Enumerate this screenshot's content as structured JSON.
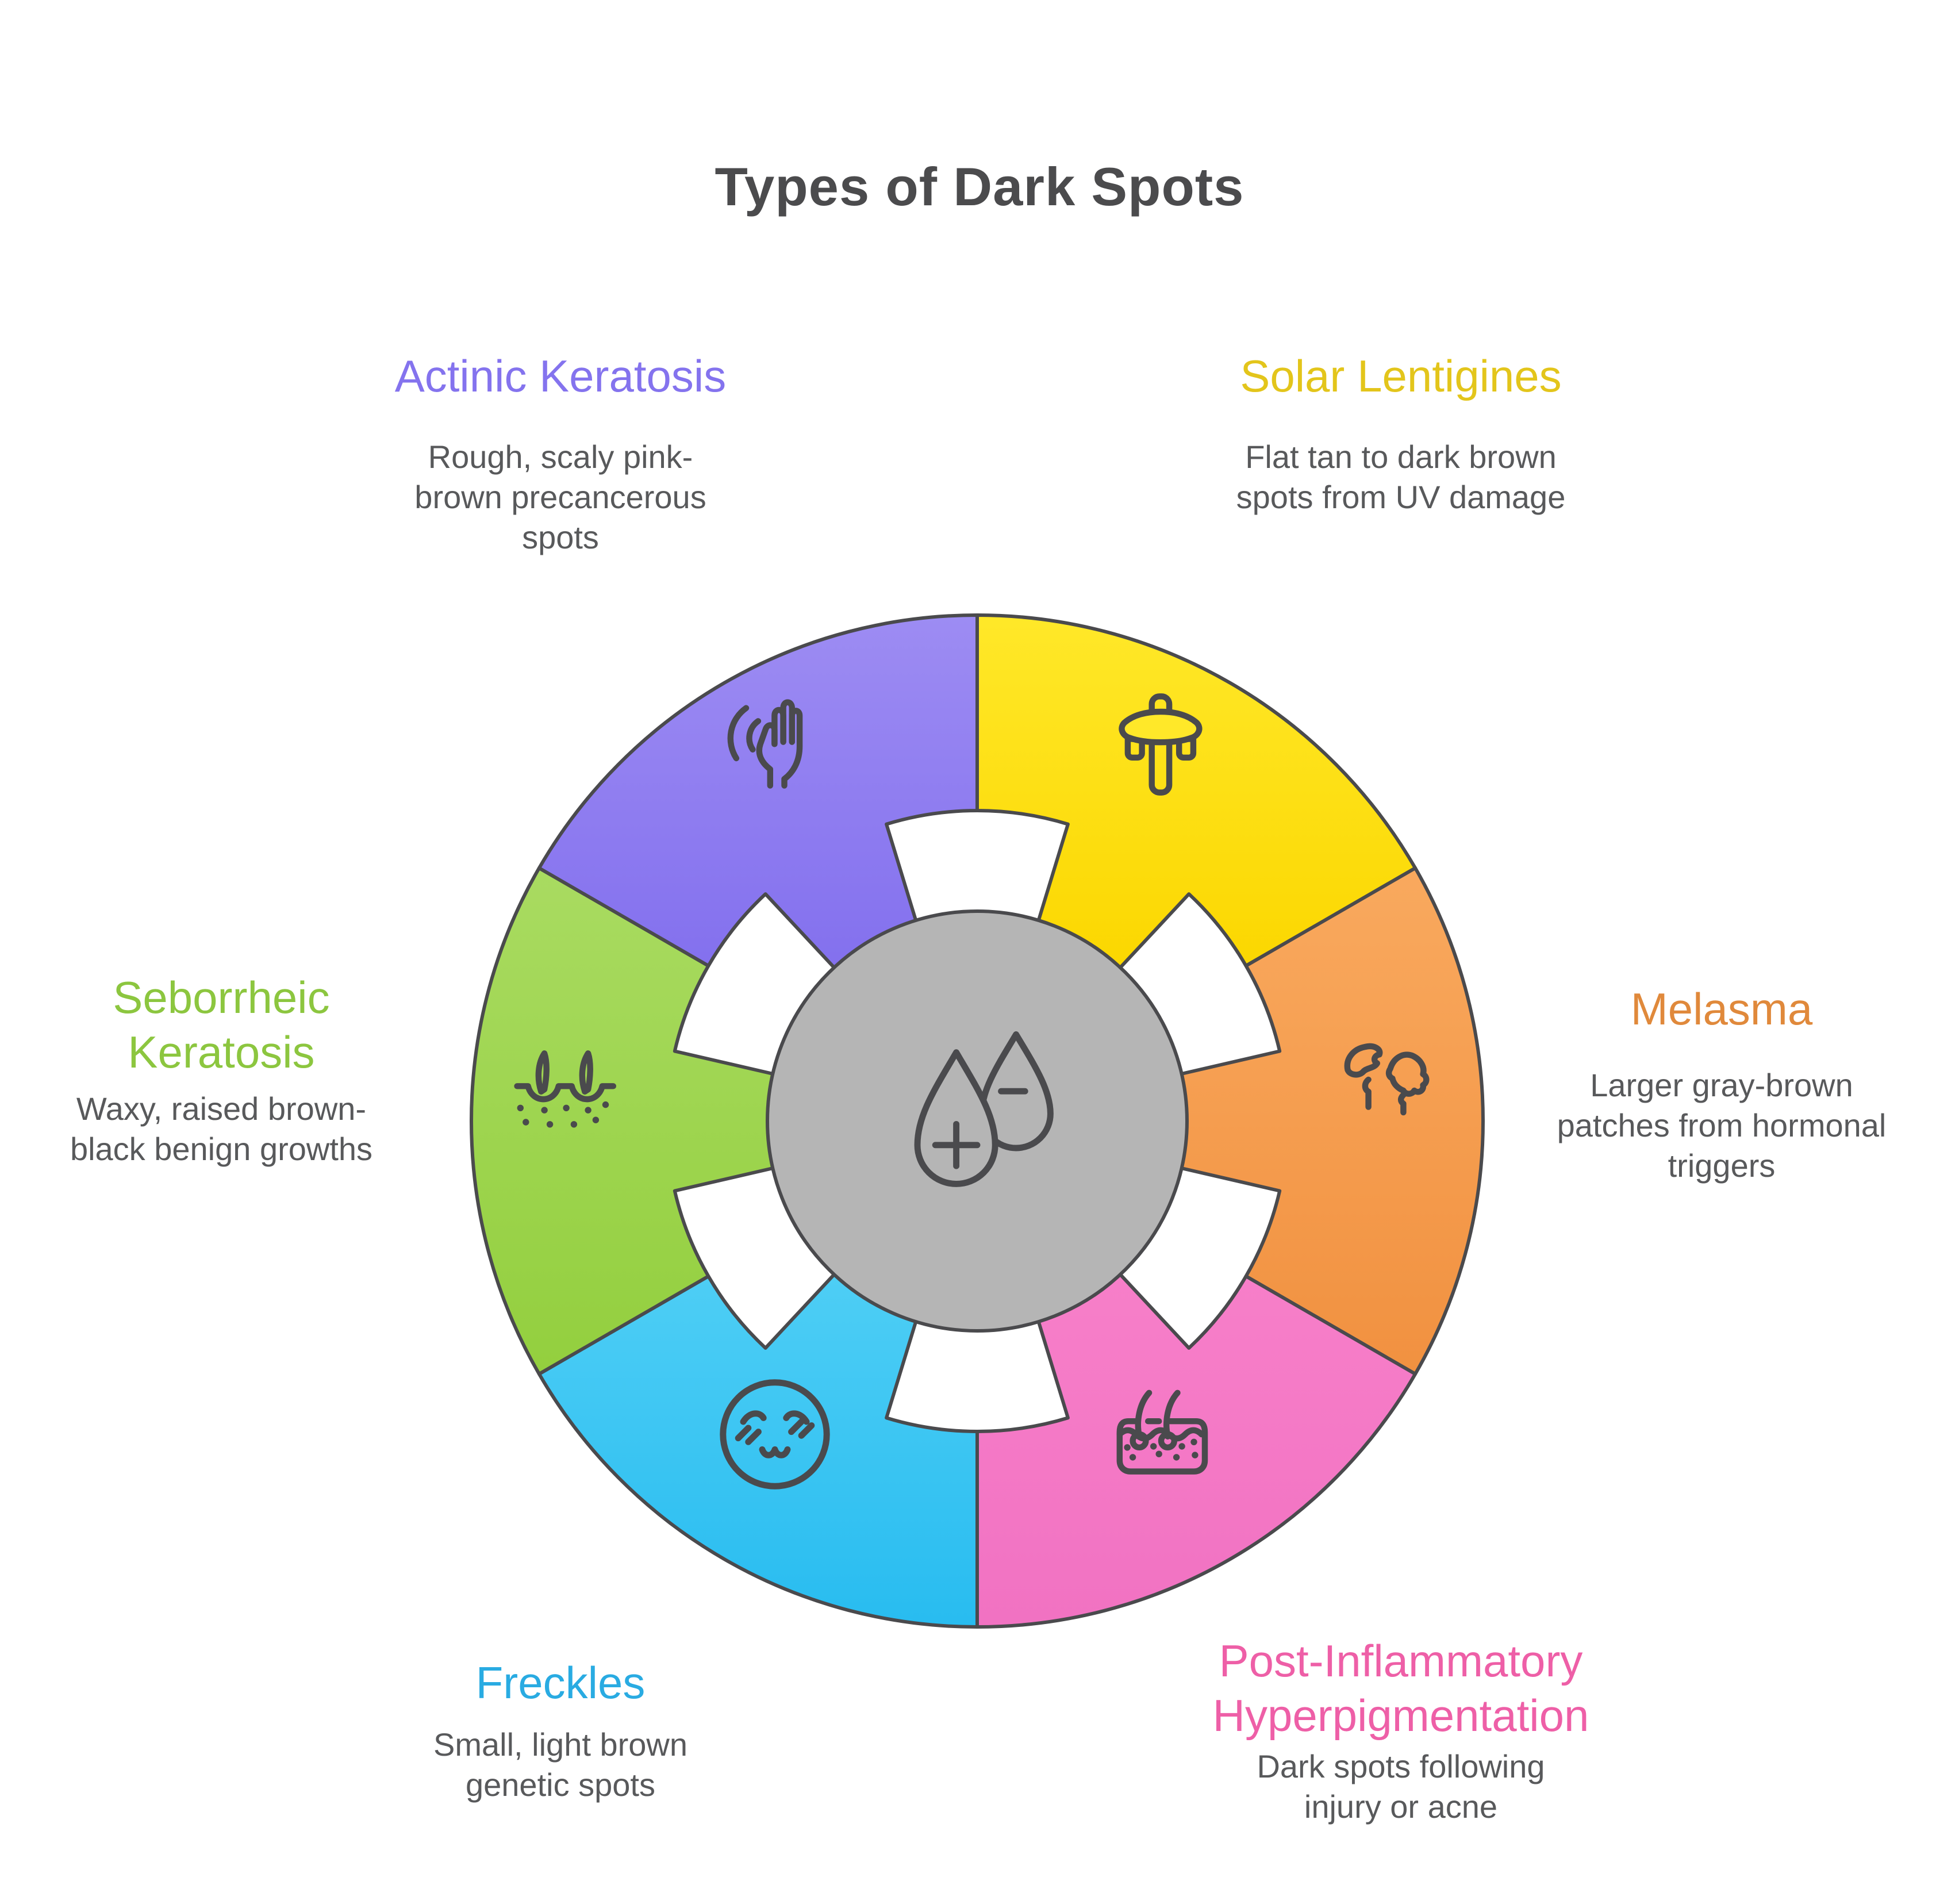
{
  "title": {
    "text": "Types of Dark Spots",
    "color": "#4B4B4D"
  },
  "wheel": {
    "stroke_color": "#4A4A4D",
    "description_color": "#58595B",
    "center": {
      "fill": "#B5B5B5",
      "icon": "water-drops-plus-minus"
    },
    "segments": [
      {
        "id": "actinic-keratosis",
        "label": "Actinic Keratosis",
        "description": "Rough, scaly pink-brown precancerous spots",
        "heading_color": "#8473EE",
        "color_top": "#9D8CF3",
        "color_bottom": "#8370EE",
        "icon": "touch-hand-icon",
        "position": "top-left"
      },
      {
        "id": "solar-lentigines",
        "label": "Solar Lentigines",
        "description": "Flat tan to dark brown spots from UV damage",
        "heading_color": "#E3C51B",
        "color_top": "#FFE829",
        "color_bottom": "#FBD700",
        "icon": "cross-drape-icon",
        "position": "top-right"
      },
      {
        "id": "melasma",
        "label": "Melasma",
        "description": "Larger gray-brown patches from hormonal triggers",
        "heading_color": "#E0893B",
        "color_top": "#F9A95E",
        "color_bottom": "#F19140",
        "icon": "continents-icon",
        "position": "right"
      },
      {
        "id": "post-inflammatory-hyperpigmentation",
        "label": "Post-Inflammatory Hyperpigmentation",
        "description": "Dark spots following injury or acne",
        "heading_color": "#EE5FA7",
        "color_top": "#F77FC9",
        "color_bottom": "#F172C2",
        "icon": "skin-layer-icon",
        "position": "bottom-right"
      },
      {
        "id": "freckles",
        "label": "Freckles",
        "description": "Small, light brown genetic spots",
        "heading_color": "#29ABE2",
        "color_top": "#4ECEF5",
        "color_bottom": "#28BCF0",
        "icon": "blushing-face-icon",
        "position": "bottom-left"
      },
      {
        "id": "seborrheic-keratosis",
        "label": "Seborrheic Keratosis",
        "description": "Waxy, raised brown-black benign growths",
        "heading_color": "#8CC63F",
        "color_top": "#A9DB61",
        "color_bottom": "#93CF3E",
        "icon": "hair-follicle-icon",
        "position": "left"
      }
    ]
  }
}
